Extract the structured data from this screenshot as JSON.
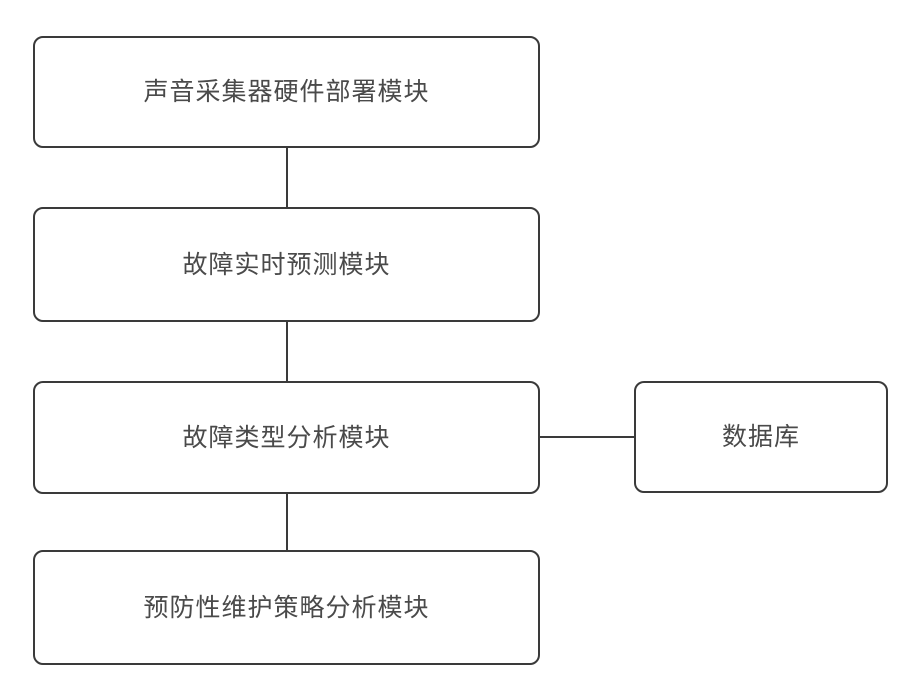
{
  "diagram": {
    "type": "block-diagram",
    "title": "",
    "background_color": "#ffffff",
    "stroke_color": "#3a3a3a",
    "text_color": "#4a4a4a",
    "nodes": [
      {
        "id": "audio-hw",
        "label": "声音采集器硬件部署模块"
      },
      {
        "id": "fault-predict",
        "label": "故障实时预测模块"
      },
      {
        "id": "fault-type",
        "label": "故障类型分析模块"
      },
      {
        "id": "maintenance",
        "label": "预防性维护策略分析模块"
      },
      {
        "id": "database",
        "label": "数据库"
      }
    ],
    "connections": [
      {
        "id": "connector-1-2",
        "from": "audio-hw",
        "to": "fault-predict",
        "orientation": "vertical"
      },
      {
        "id": "connector-2-3",
        "from": "fault-predict",
        "to": "fault-type",
        "orientation": "vertical"
      },
      {
        "id": "connector-3-4",
        "from": "fault-type",
        "to": "maintenance",
        "orientation": "vertical"
      },
      {
        "id": "connector-3-db",
        "from": "fault-type",
        "to": "database",
        "orientation": "horizontal"
      }
    ]
  }
}
